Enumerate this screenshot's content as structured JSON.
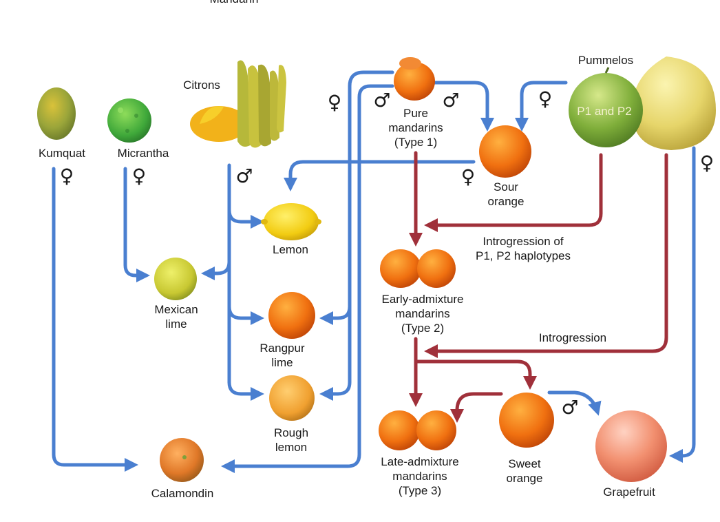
{
  "header_fragment": "Mandarin",
  "colors": {
    "maternal_arrow": "#4a7fd0",
    "admixture_arrow": "#a0303a"
  },
  "symbols": {
    "female": "♀",
    "male": "♂"
  },
  "nodes": {
    "kumquat": "Kumquat",
    "micrantha": "Micrantha",
    "citrons": "Citrons",
    "pure_mandarins": "Pure\nmandarins\n(Type 1)",
    "pummelos": "Pummelos",
    "pummelo_badge": "P1 and P2",
    "sour_orange": "Sour\norange",
    "lemon": "Lemon",
    "mexican_lime": "Mexican\nlime",
    "rangpur_lime": "Rangpur\nlime",
    "rough_lemon": "Rough\nlemon",
    "calamondin": "Calamondin",
    "early_admixture": "Early-admixture\nmandarins\n(Type 2)",
    "late_admixture": "Late-admixture\nmandarins\n(Type 3)",
    "sweet_orange": "Sweet\norange",
    "grapefruit": "Grapefruit"
  },
  "annotations": {
    "introgression_p1p2": "Introgression of\nP1, P2 haplotypes",
    "introgression": "Introgression"
  }
}
